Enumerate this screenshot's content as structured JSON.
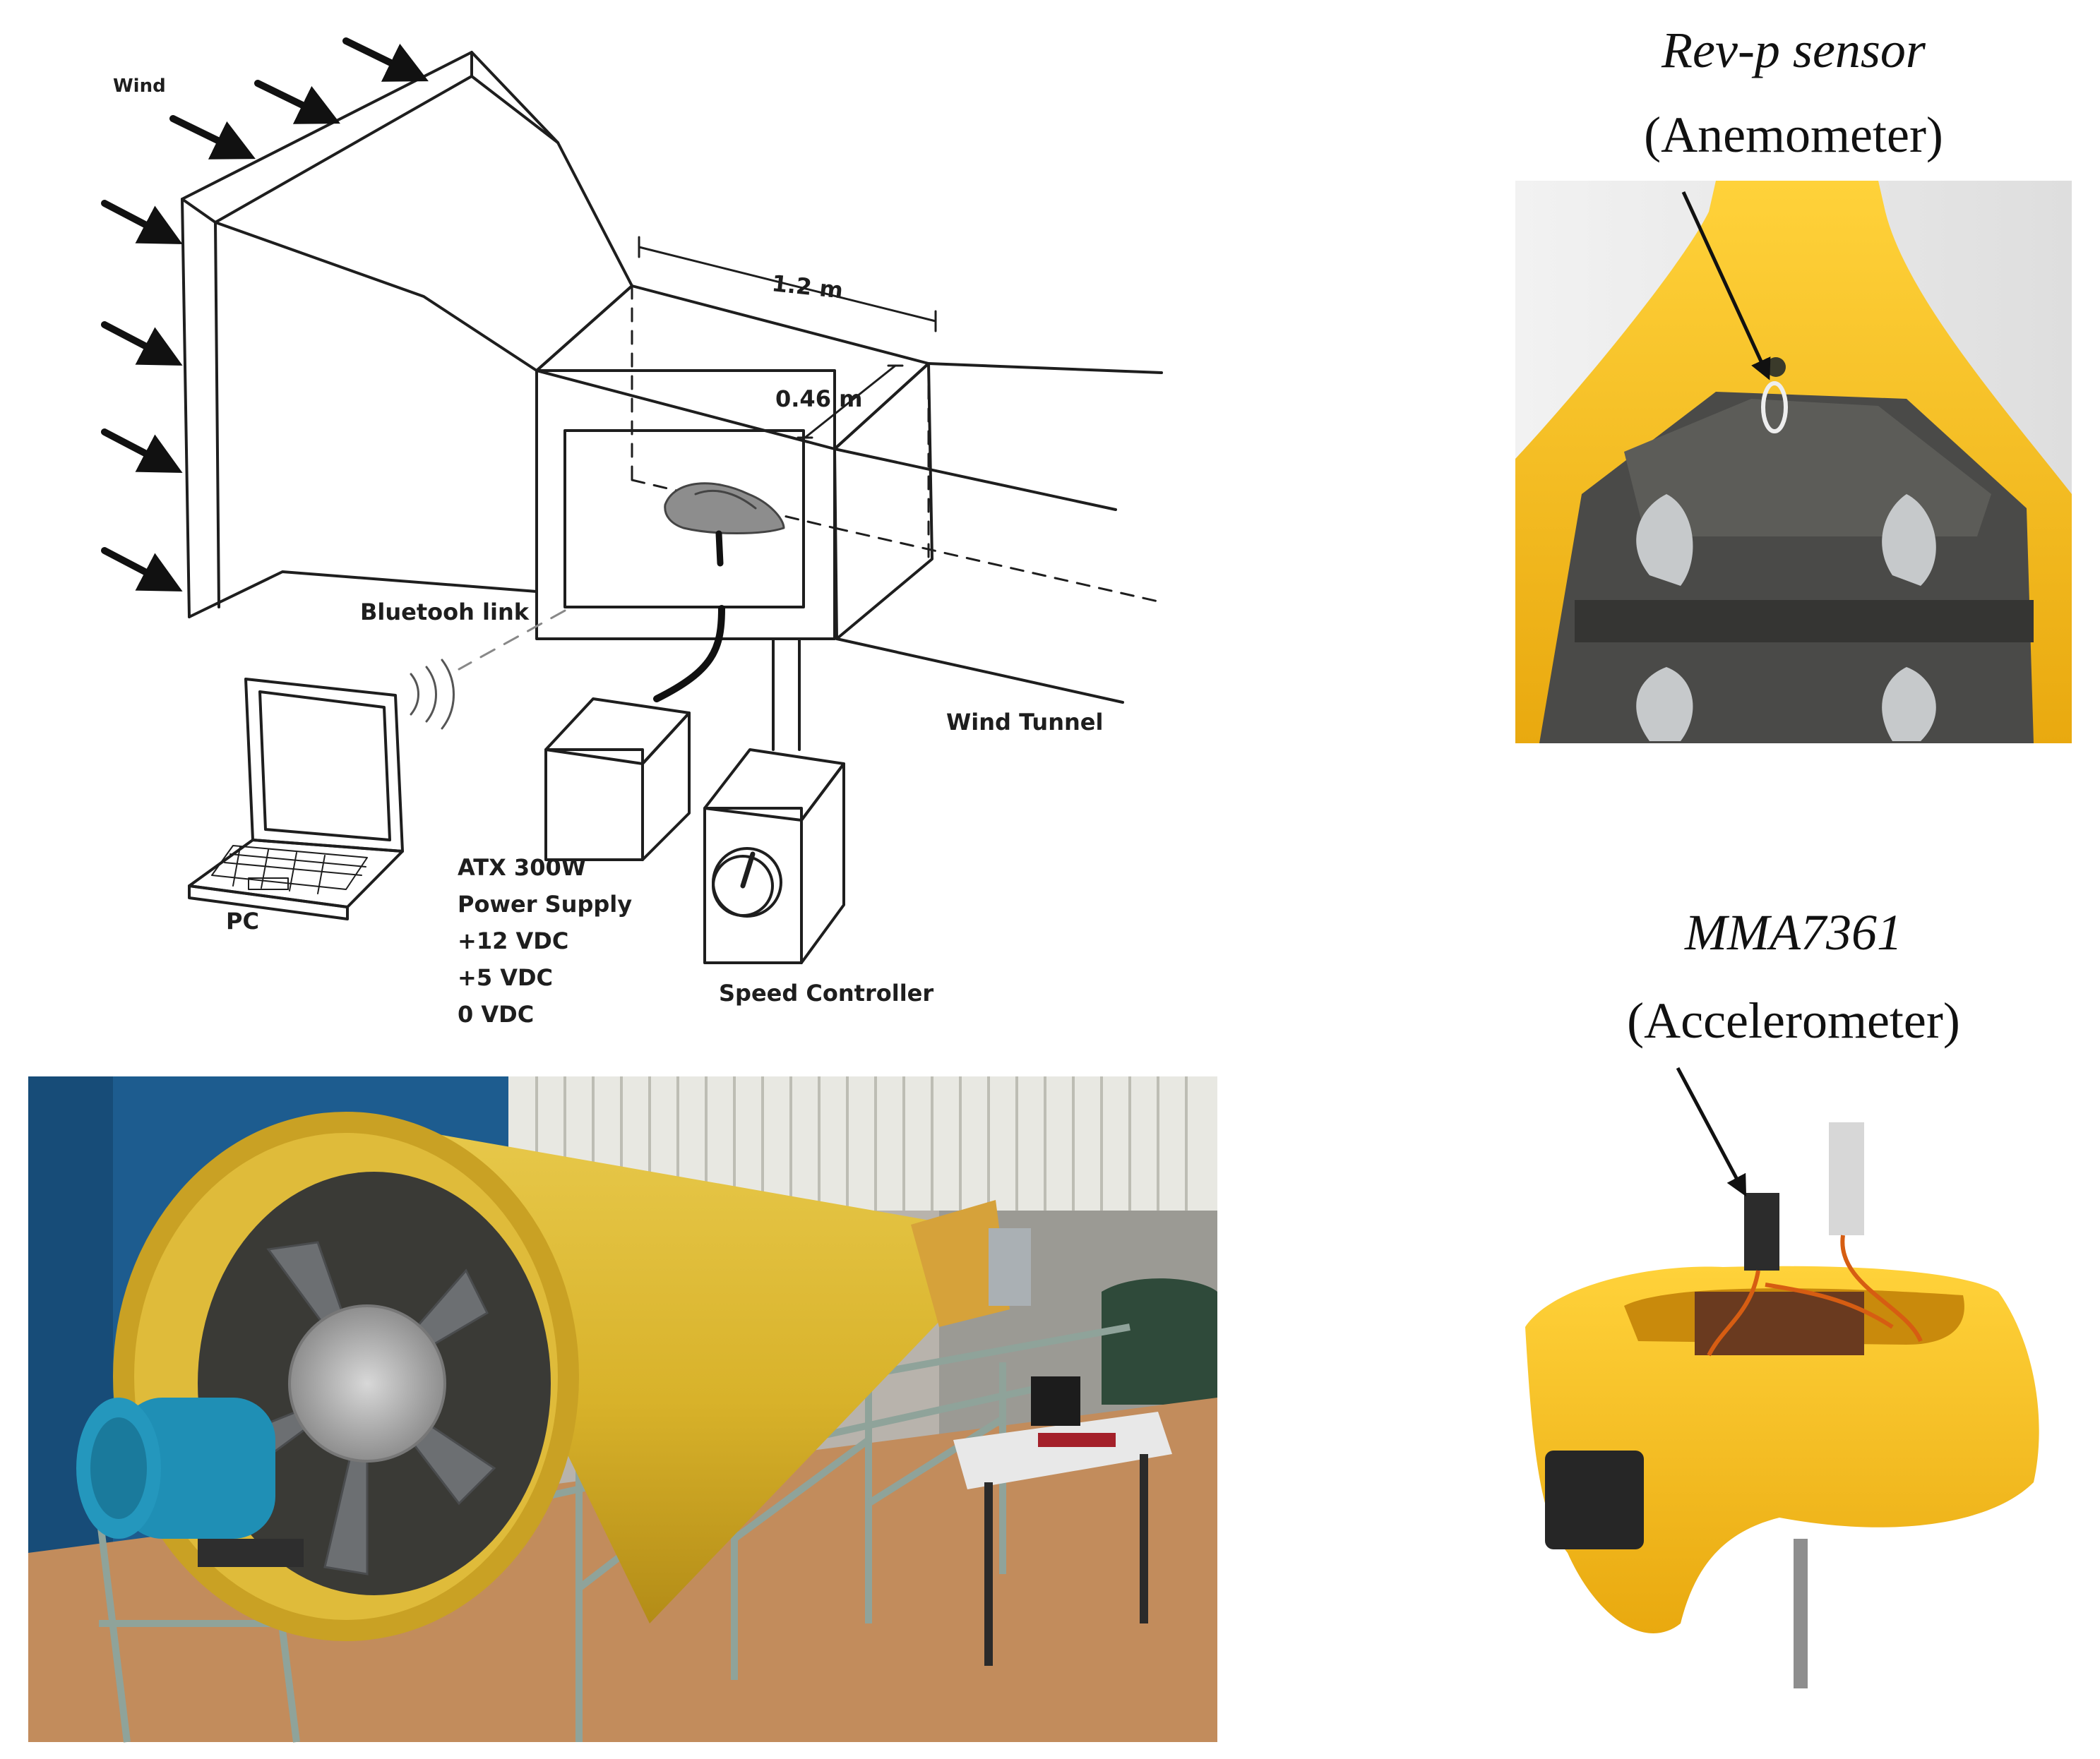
{
  "diagram": {
    "wind_label": "Wind",
    "length_label": "1.2 m",
    "height_label": "0.46 m",
    "bluetooth_label": "Bluetooh link",
    "wind_tunnel_label": "Wind Tunnel",
    "pc_label": "PC",
    "power_supply_lines": [
      "ATX 300W",
      "Power Supply",
      "+12 VDC",
      "+5 VDC",
      "0 VDC"
    ],
    "speed_controller_label": "Speed Controller"
  },
  "sensors": {
    "rev_p": {
      "name": "Rev-p sensor",
      "type": "(Anemometer)"
    },
    "mma": {
      "name": "MMA7361",
      "type": "(Accelerometer)"
    }
  },
  "colors": {
    "line": "#1e1e1e",
    "model_yellow": "#f6c21a",
    "tunnel_yellow": "#d9b52c",
    "motor_blue": "#1f8fb5",
    "wall_blue": "#1d5c8f",
    "floor": "#c28c5c"
  }
}
